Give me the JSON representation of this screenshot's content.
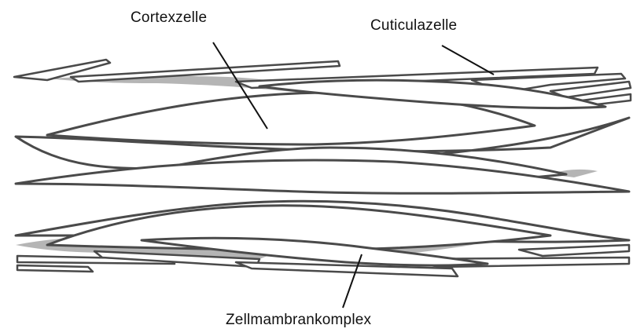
{
  "labels": {
    "cortex_cell": "Cortexzelle",
    "cuticle_cell": "Cuticulazelle",
    "cell_membrane_complex": "Zellmambrankomplex"
  },
  "colors": {
    "cell_outline": "#4a4a4a",
    "cell_fill": "#ffffff",
    "membrane_complex": "#9a9a9a",
    "leader_line": "#111111",
    "text": "#111111"
  }
}
